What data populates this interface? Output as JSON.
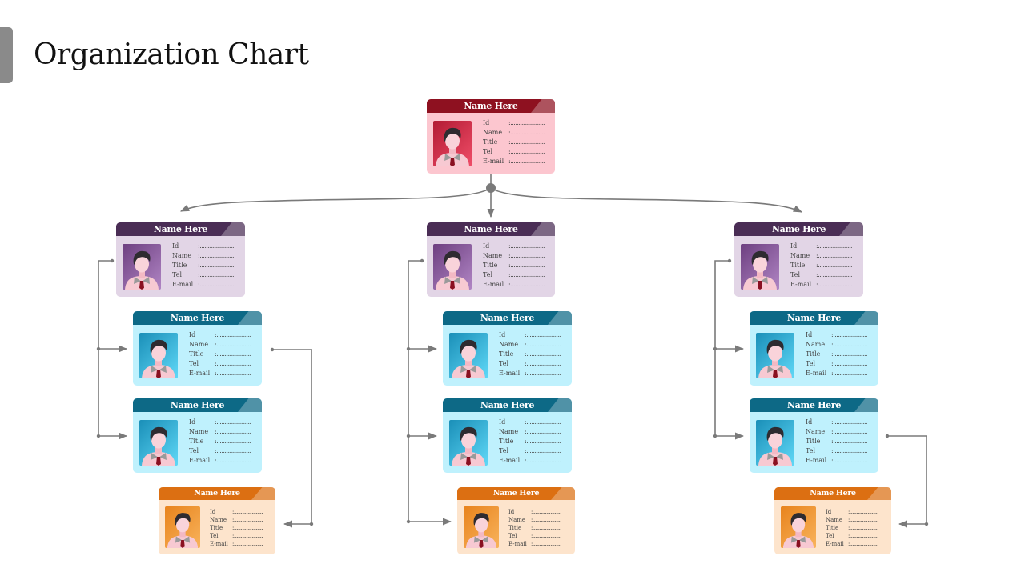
{
  "page": {
    "title": "Organization Chart"
  },
  "card_template": {
    "fields": [
      "Id",
      "Name",
      "Title",
      "Tel",
      "E-mail"
    ],
    "placeholder": ":.....................",
    "avatar_icon": "person-avatar-icon"
  },
  "colors": {
    "ceo_header": "#8e1120",
    "ceo_body": "#fcc6cf",
    "manager_header": "#4a2d55",
    "manager_body": "#e2d5e6",
    "staff_header": "#0d6986",
    "staff_body": "#bff1fd",
    "junior_header": "#dc6f12",
    "junior_body": "#fde4cc",
    "connector": "#7a7a7a"
  },
  "cards": [
    {
      "id": "ceo",
      "level": "ceo",
      "name": "Name Here"
    },
    {
      "id": "mgr-left",
      "level": "manager",
      "name": "Name Here"
    },
    {
      "id": "mgr-center",
      "level": "manager",
      "name": "Name Here"
    },
    {
      "id": "mgr-right",
      "level": "manager",
      "name": "Name Here"
    },
    {
      "id": "staff-left-1",
      "level": "staff",
      "name": "Name Here"
    },
    {
      "id": "staff-left-2",
      "level": "staff",
      "name": "Name Here"
    },
    {
      "id": "junior-left",
      "level": "junior",
      "name": "Name Here"
    },
    {
      "id": "staff-center-1",
      "level": "staff",
      "name": "Name Here"
    },
    {
      "id": "staff-center-2",
      "level": "staff",
      "name": "Name Here"
    },
    {
      "id": "junior-center",
      "level": "junior",
      "name": "Name Here"
    },
    {
      "id": "staff-right-1",
      "level": "staff",
      "name": "Name Here"
    },
    {
      "id": "staff-right-2",
      "level": "staff",
      "name": "Name Here"
    },
    {
      "id": "junior-right",
      "level": "junior",
      "name": "Name Here"
    }
  ]
}
